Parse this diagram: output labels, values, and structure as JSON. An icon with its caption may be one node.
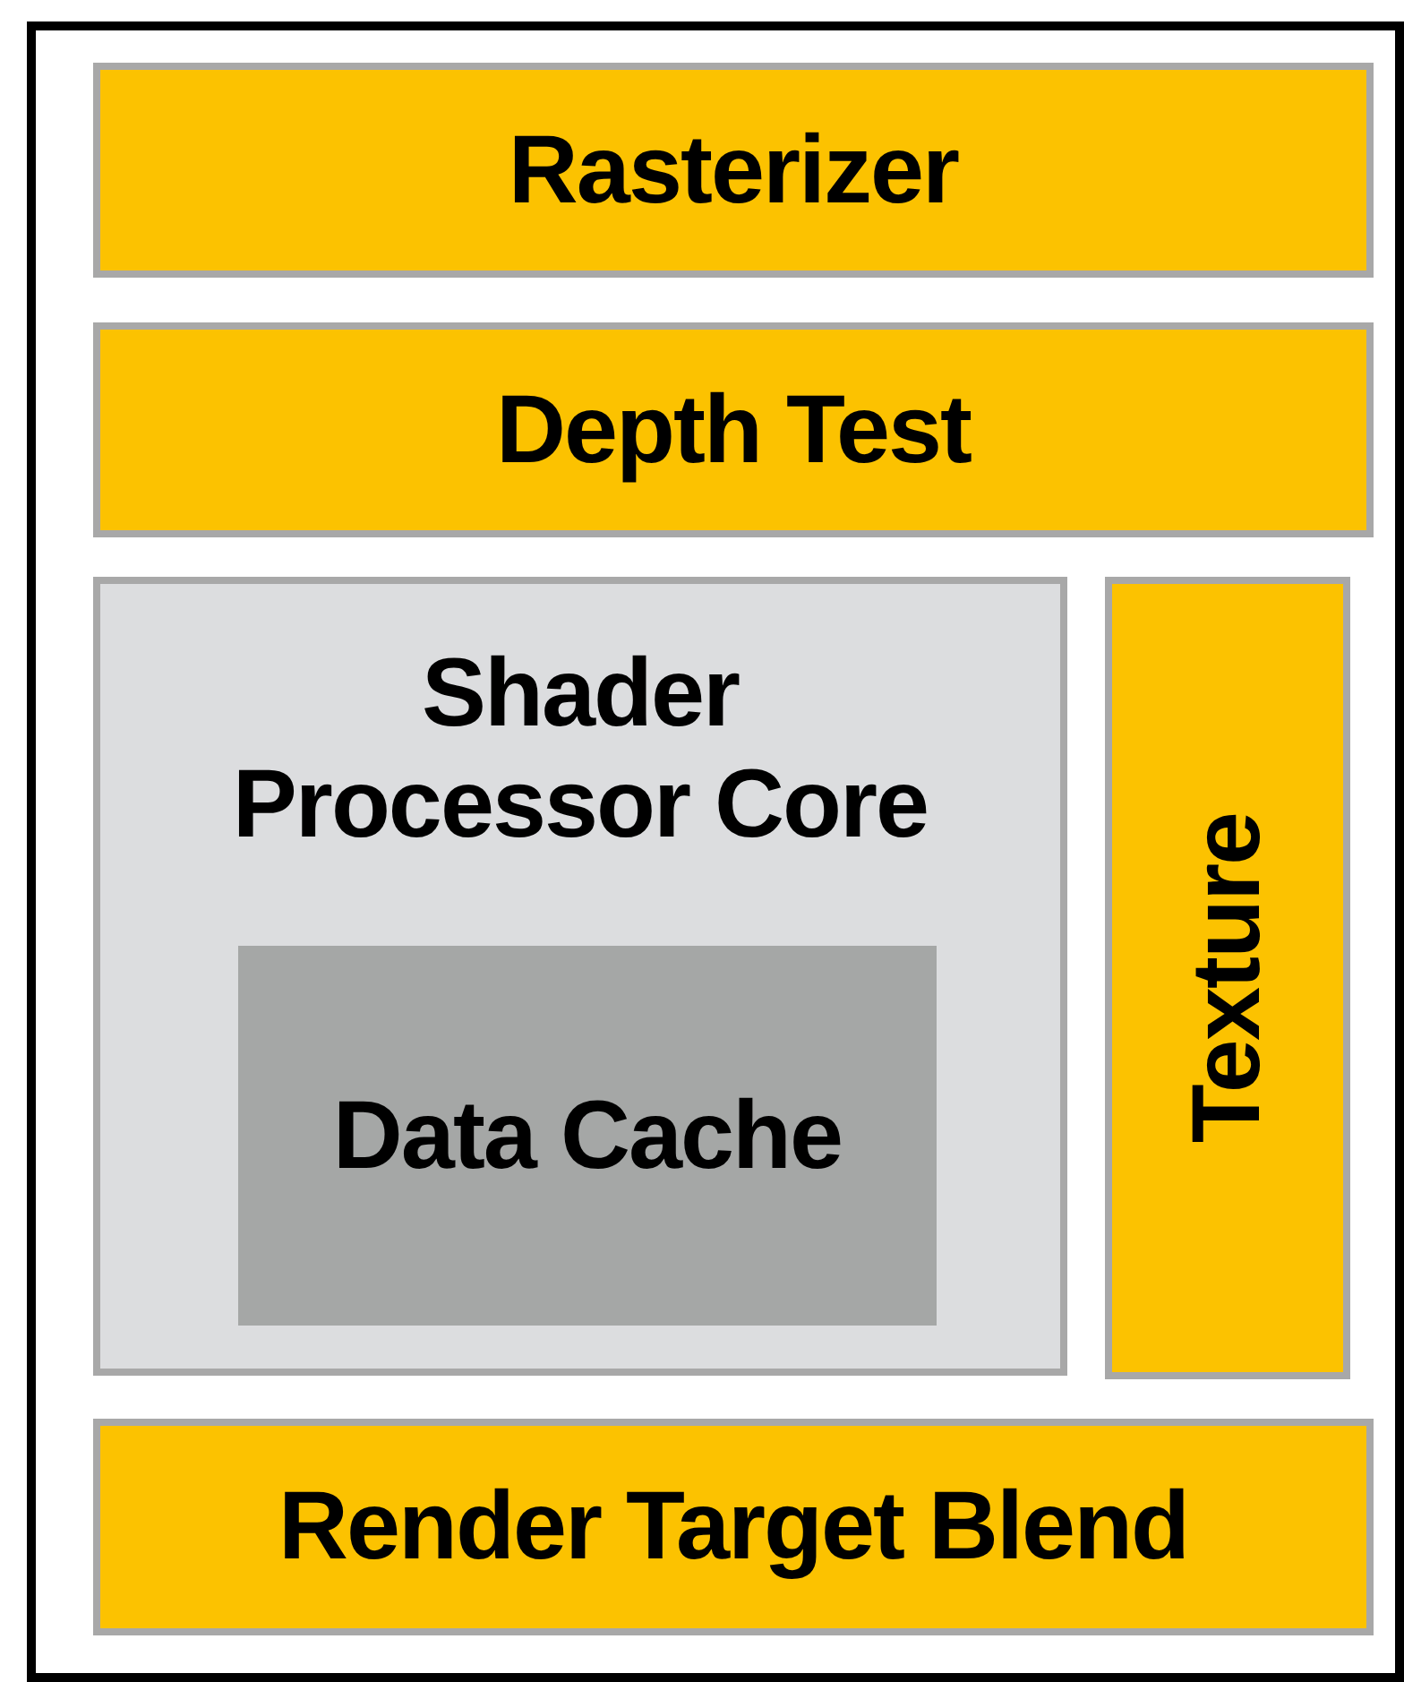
{
  "diagram": {
    "nodes": [
      {
        "text": [],
        "shape": "box"
      },
      {
        "text": [
          "Rasterizer"
        ],
        "in": 0
      },
      {
        "text": [
          "Depth Test"
        ],
        "in": 0
      },
      {
        "text": [
          "Shader Processor Core"
        ],
        "in": 0
      },
      {
        "text": [
          "Data Cache"
        ],
        "in": 3
      },
      {
        "text": [
          "Texture"
        ],
        "in": 0
      },
      {
        "text": [
          "Render Target Blend"
        ],
        "in": 0
      }
    ]
  }
}
